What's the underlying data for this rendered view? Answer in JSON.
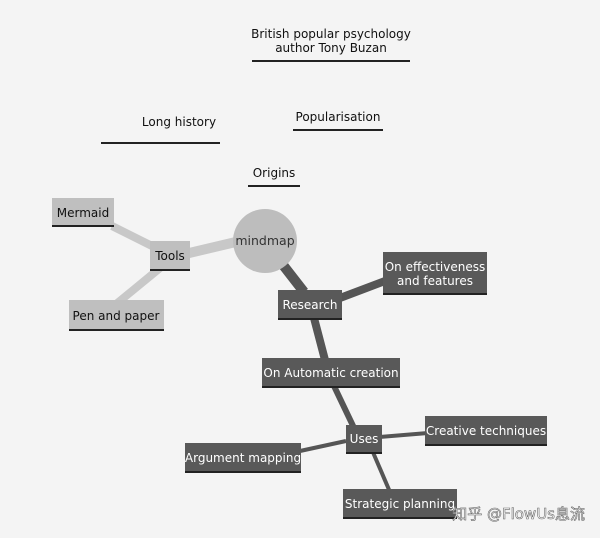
{
  "colors": {
    "background": "#f4f4f4",
    "root_fill": "#bdbdbd",
    "light_fill": "#bfbfbf",
    "dark_fill": "#595959",
    "underline": "#222222",
    "edge_light": "#c8c8c8",
    "edge_dark": "#555555",
    "text_dark": "#111111",
    "text_light": "#ffffff"
  },
  "mindmap": {
    "root": "mindmap",
    "branches": {
      "origins": {
        "label": "Origins",
        "children": {
          "long_history": "Long history",
          "popularisation": "Popularisation",
          "buzan_line1": "British popular psychology",
          "buzan_line2": "author Tony Buzan"
        }
      },
      "research": {
        "label": "Research",
        "children": {
          "effectiveness_line1": "On effectiveness",
          "effectiveness_line2": "and features",
          "automatic": "On Automatic creation"
        }
      },
      "uses": {
        "label": "Uses",
        "children": {
          "creative": "Creative techniques",
          "strategic": "Strategic planning",
          "argument": "Argument mapping"
        }
      },
      "tools": {
        "label": "Tools",
        "children": {
          "pen": "Pen and paper",
          "mermaid": "Mermaid"
        }
      }
    }
  },
  "watermark": "知乎 @FlowUs息流"
}
